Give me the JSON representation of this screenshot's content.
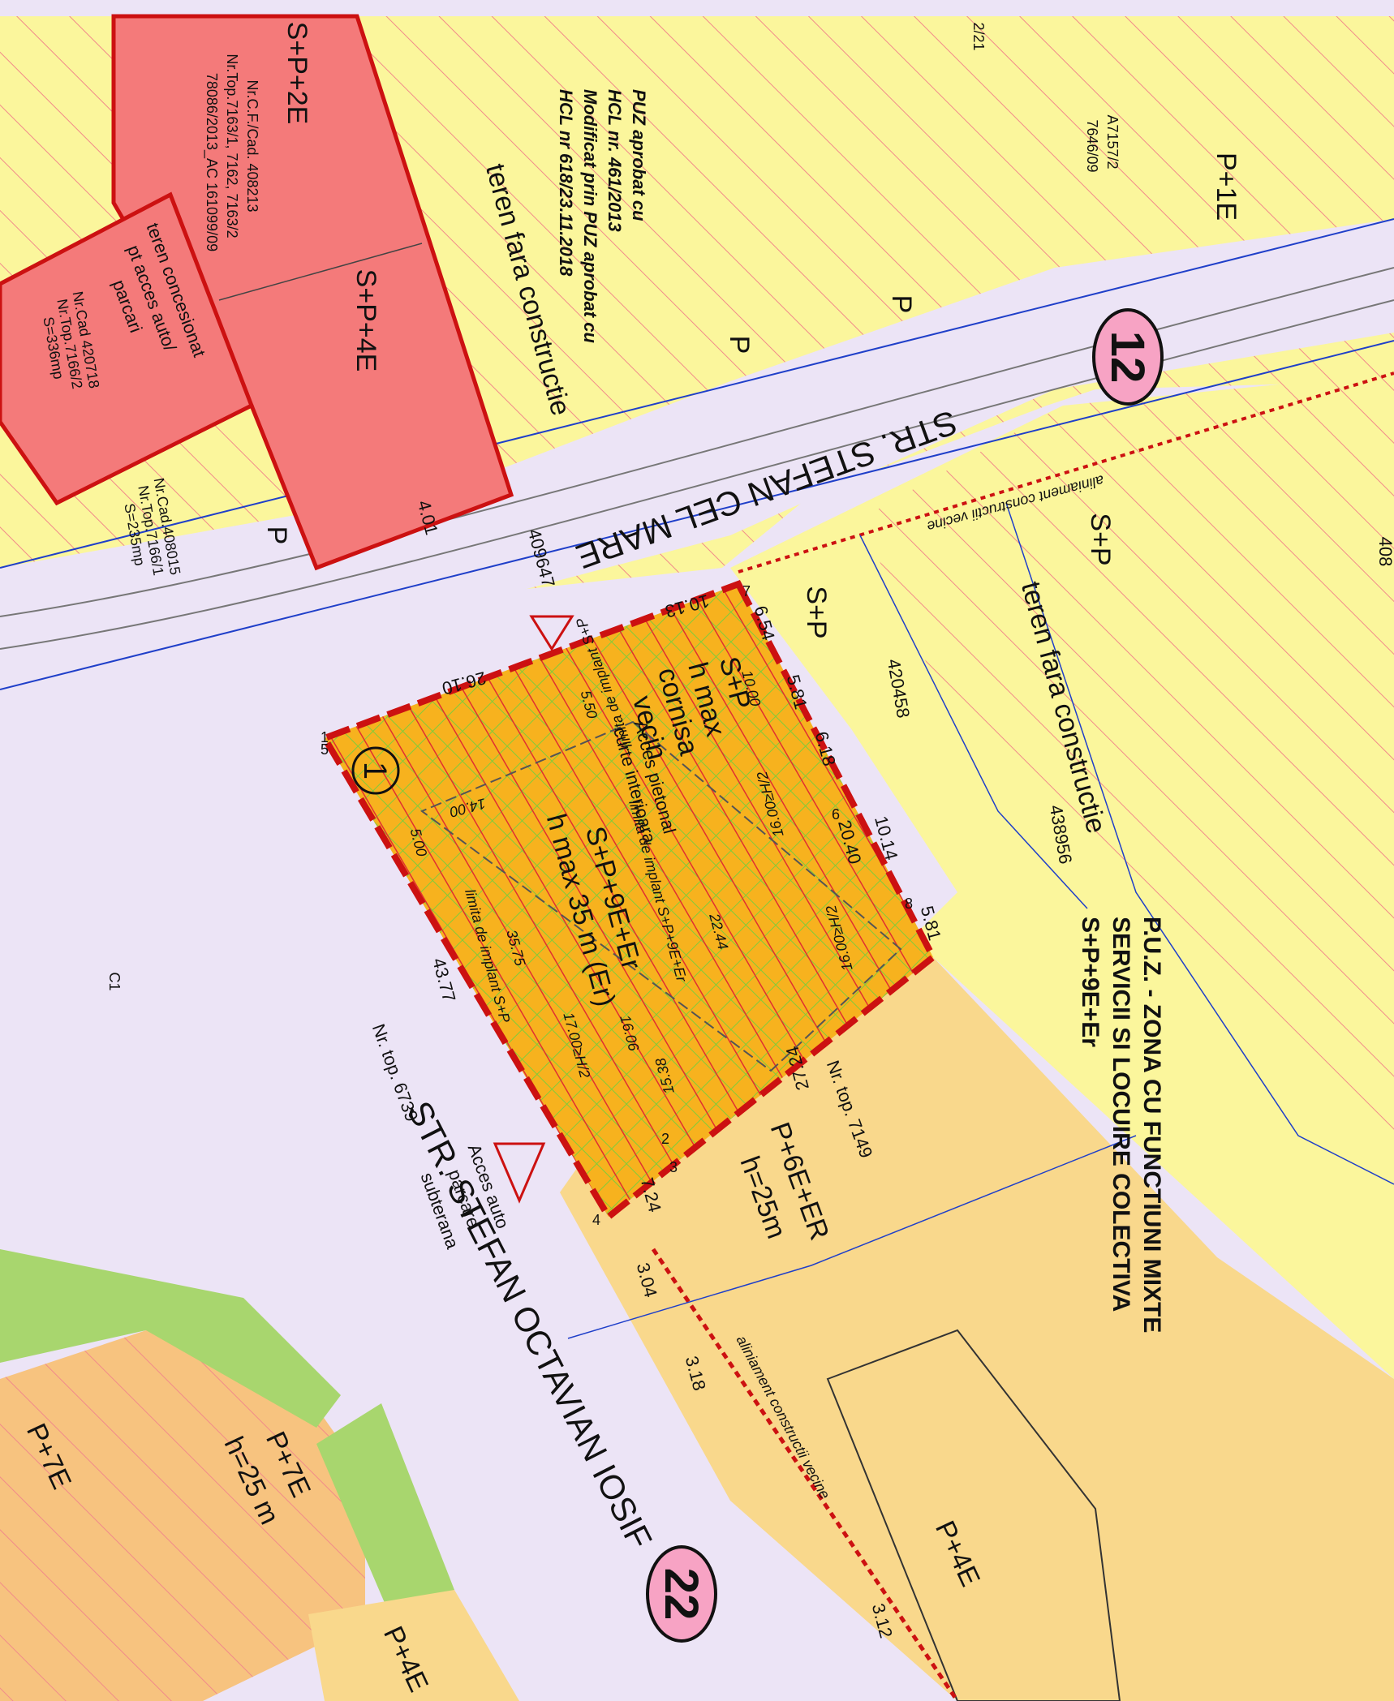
{
  "colors": {
    "yellow_zone": "#fbf69c",
    "red_zone": "#f47a7a",
    "red_border": "#cc1111",
    "street": "#ece4f6",
    "site_orange": "#f7b21e",
    "site_green_hatch": "#7fcc3a",
    "peach_zone": "#f9d88c",
    "light_orange_zone": "#f7c37f",
    "green_zone": "#a8d66e",
    "blue_line": "#1f3fc9",
    "hatch_pink": "#f18a8a",
    "circle_pink": "#f7a3c4"
  },
  "streets": {
    "stefan_cel_mare": "STR. STEFAN CEL MARE",
    "stefan_octavian_iosif": "STR. STEFAN OCTAVIAN IOSIF"
  },
  "badges": {
    "b12": "12",
    "b22": "22",
    "site_number": "1"
  },
  "puz_note": {
    "line1": "PUZ aprobat cu",
    "line2": "HCL nr. 461/2013",
    "line3": "Modificat prin PUZ aprobat cu",
    "line4": "HCL nr 618/23.11.2018"
  },
  "zone_title": {
    "line1": "P.U.Z. - ZONA CU FUNCTIUNI MIXTE",
    "line2": "SERVICII SI LOCUIRE COLECTIVA",
    "line3": "S+P+9E+Er"
  },
  "labels": {
    "sp2e": "S+P+2E",
    "sp4e": "S+P+4E",
    "cf_line1": "Nr.C.F./Cad. 408213",
    "cf_line2": "Nr.Top.7163/1, 7162, 7163/2",
    "cf_line3": "78086/2013_AC      161099/09",
    "teren_conc_1": "teren concesionat",
    "teren_conc_2": "pt acces auto/",
    "teren_conc_3": "parcari",
    "cad420718_1": "Nr.Cad 420718",
    "cad420718_2": "Nr.Top.7166/2",
    "cad420718_3": "S=336mp",
    "cad408015_1": "Nr.Cad.408015",
    "cad408015_2": "Nr.Top.7166/1",
    "cad408015_3": "S=235mp",
    "p_a": "P",
    "p_b": "P",
    "p_c": "P",
    "teren_fara_1": "teren fara constructie",
    "teren_fara_2": "teren fara constructie",
    "p1e": "P+1E",
    "a7157": "A7157/2",
    "n7646": "7646/09",
    "n221": "2/21",
    "sp_right": "S+P",
    "sp_mid": "S+P",
    "n420458": "420458",
    "n438956": "438956",
    "aliniament_1": "aliniament constructii vecine",
    "aliniament_2": "aliniament constructii vecine",
    "n409647": "409647",
    "site_main_1": "S+P+9E+Er",
    "site_main_2": "h max 35 m (Er)",
    "site_sp_1": "S+P",
    "site_sp_2": "h max",
    "site_sp_3": "cornisa",
    "site_sp_4": "vecin",
    "acces_pietonal_1": "Acces pietonal",
    "acces_pietonal_2": "curte interioara",
    "limita_1": "limita de implant S+P",
    "limita_2": "limita de implant S+P+9E+Er",
    "limita_3": "limita de implant S+P",
    "p6e_1": "P+6E+ER",
    "p6e_2": "h=25m",
    "nrtop7149": "Nr. top. 7149",
    "nrtop6739": "Nr. top. 6739",
    "acces_auto_1": "Acces auto",
    "acces_auto_2": "parcare",
    "acces_auto_3": "subterana",
    "p4e_right": "P+4E",
    "p4e_bottom": "P+4E",
    "p7e_left": "P+7E",
    "p7e_h_1": "P+7E",
    "p7e_h_2": "h=25 m",
    "c1": "C1",
    "n408": "408"
  },
  "dimensions": {
    "d1013": "10.13",
    "d2610": "26.10",
    "d654": "6.54",
    "d581a": "5.81",
    "d618": "6.18",
    "d1014": "10.14",
    "d581b": "5.81",
    "d2040": "20.40",
    "d1000": "10.00",
    "d1400": "14.00",
    "d2244": "22.44",
    "d3575": "35.75",
    "d4377": "43.77",
    "d2724": "27.24",
    "d1538": "15.38",
    "d1606": "16.06",
    "d724": "7.24",
    "d304": "3.04",
    "d318": "3.18",
    "d401": "4.01",
    "d550": "5.50",
    "d500": "5.00",
    "d312": "3.12",
    "h16a": "16.00≥H/2",
    "h16b": "16.00≥H/2",
    "h17": "17.00≥H/2",
    "pt1": "1",
    "pt2": "2",
    "pt3": "3",
    "pt4": "4",
    "pt5": "5",
    "pt6": "6",
    "pt7": "7",
    "pt8": "8"
  }
}
